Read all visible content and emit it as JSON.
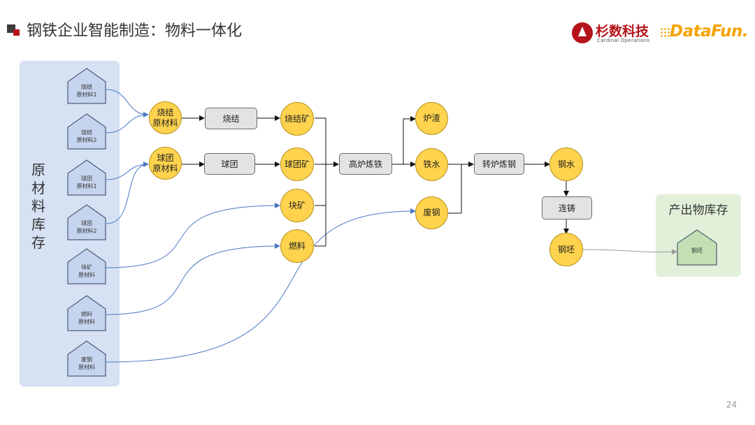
{
  "header": {
    "title": "钢铁企业智能制造：物料一体化",
    "logo_primary": "杉数科技",
    "logo_primary_sub": "Cardinal Operations",
    "logo_secondary": "DataFun."
  },
  "raw_inventory": {
    "label": "原材料库存",
    "items": [
      {
        "line1": "烧结",
        "line2": "原材料1"
      },
      {
        "line1": "烧结",
        "line2": "原材料2"
      },
      {
        "line1": "球团",
        "line2": "原材料1"
      },
      {
        "line1": "球团",
        "line2": "原材料2"
      },
      {
        "line1": "块矿",
        "line2": "原材料"
      },
      {
        "line1": "燃料",
        "line2": "原材料"
      },
      {
        "line1": "废钢",
        "line2": "原材料"
      }
    ]
  },
  "output_inventory": {
    "label": "产出物库存",
    "item": "钢坯"
  },
  "materials": {
    "sinter_feed_1": "烧结",
    "sinter_feed_2": "原材料",
    "pellet_feed_1": "球团",
    "pellet_feed_2": "原材料",
    "sinter_ore": "烧结矿",
    "pellet_ore": "球团矿",
    "lump_ore": "块矿",
    "fuel": "燃料",
    "slag": "炉渣",
    "hot_metal": "铁水",
    "scrap": "废钢",
    "molten_steel": "钢水",
    "billet": "钢坯"
  },
  "processes": {
    "sintering": "烧结",
    "pelletizing": "球团",
    "blast_furnace": "高炉炼铁",
    "converter": "转炉炼钢",
    "casting": "连铸"
  },
  "colors": {
    "material_fill": "#ffd34d",
    "process_fill": "#e3e3e3",
    "raw_panel": "#d6e1f3",
    "output_panel": "#e2f0d9",
    "raw_house": "#c6d5ef",
    "output_house": "#c3e0b4",
    "flow_line": "#4a78c2",
    "brand_red": "#b5131a",
    "brand_orange": "#f5a300"
  },
  "footer": {
    "page_number": "24"
  }
}
